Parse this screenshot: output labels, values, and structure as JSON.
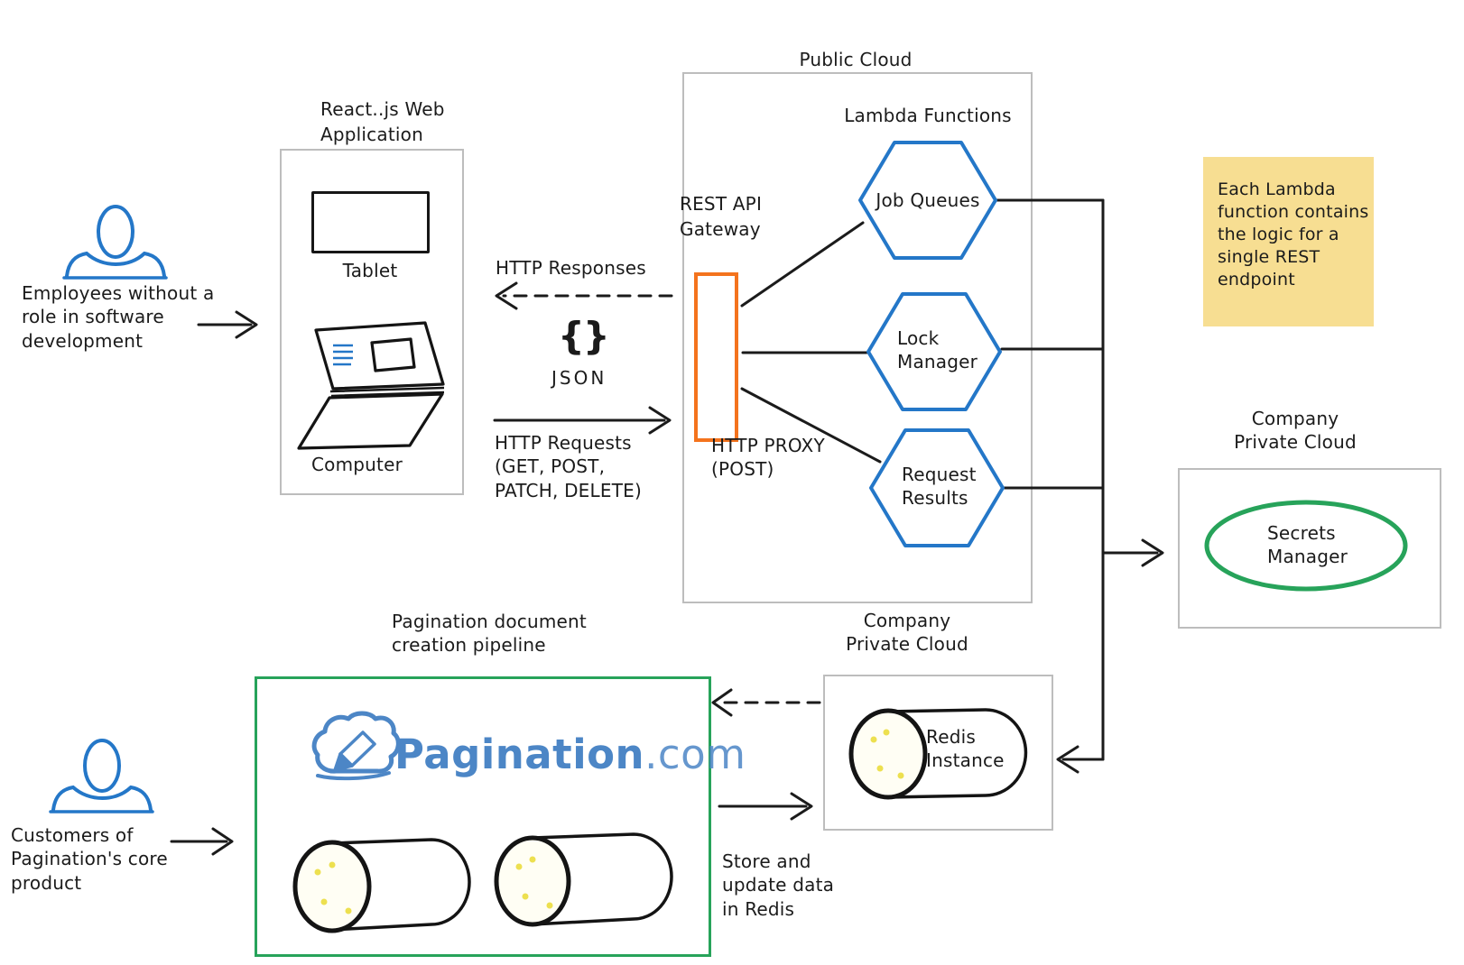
{
  "colors": {
    "hexagon_blue": "#2477C8",
    "actor_blue": "#2477C8",
    "gateway_orange": "#F4731D",
    "pipeline_green": "#27A35A",
    "note_yellow": "#F7DE92",
    "logo_blue": "#4C86C6",
    "box_border_gray": "#BDBDBD",
    "ink_black": "#1B1B1B",
    "dot_yellow": "#EDDE4F"
  },
  "actors": {
    "employees_label": "Employees without a\nrole in software\ndevelopment",
    "customers_label": "Customers of\nPagination's core\nproduct"
  },
  "web_app": {
    "title": "React..js Web\nApplication",
    "tablet_label": "Tablet",
    "computer_label": "Computer"
  },
  "exchange": {
    "responses_label": "HTTP Responses",
    "json_braces": "{}",
    "json_label": "JSON",
    "requests_label": "HTTP Requests\n(GET, POST,\nPATCH, DELETE)"
  },
  "public_cloud": {
    "title": "Public Cloud",
    "lambda_title": "Lambda Functions",
    "gateway_label": "REST API\nGateway",
    "proxy_label": "HTTP PROXY\n(POST)",
    "lambda_functions": [
      "Job Queues",
      "Lock\nManager",
      "Request\nResults"
    ]
  },
  "note_text": "Each Lambda\nfunction contains\nthe logic for a\nsingle REST\nendpoint",
  "secrets_cloud": {
    "title": "Company\nPrivate Cloud",
    "secrets_label": "Secrets\nManager"
  },
  "redis_cloud": {
    "title": "Company\nPrivate Cloud",
    "redis_label": "Redis\nInstance"
  },
  "pipeline": {
    "title": "Pagination document\ncreation pipeline",
    "logo_name": "Pagination",
    "logo_tld": ".com",
    "store_label": "Store and\nupdate data\nin Redis"
  }
}
